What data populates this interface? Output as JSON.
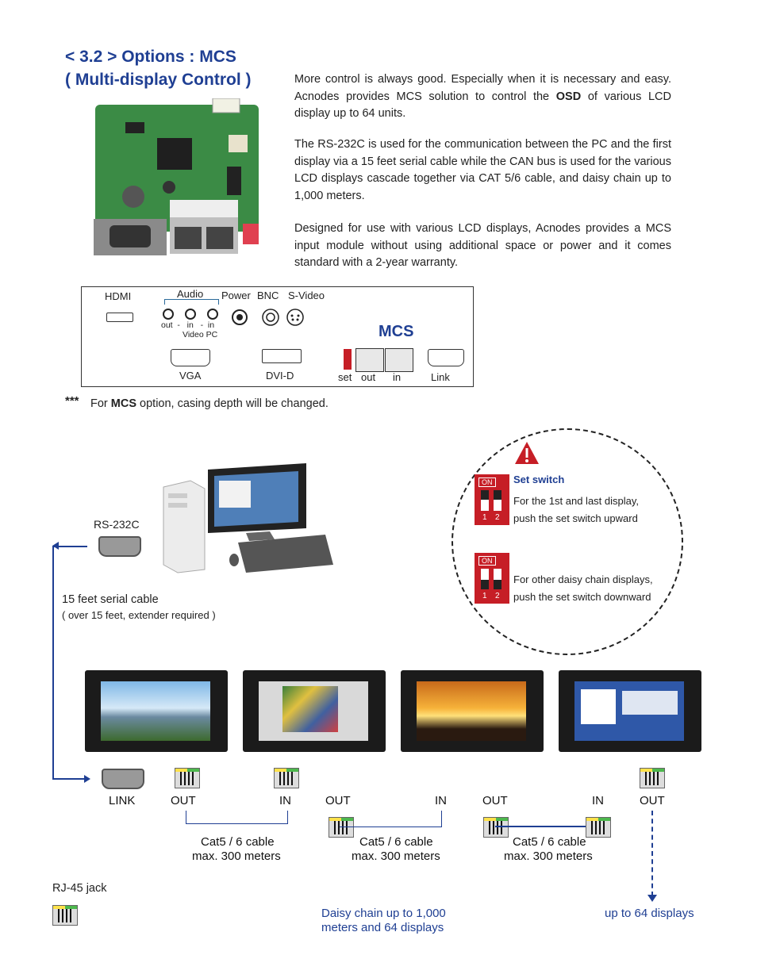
{
  "header": {
    "title_line1": "< 3.2 > Options : MCS",
    "title_line2": "( Multi-display Control )"
  },
  "intro": {
    "p1_a": "More control is always good. Especially when it is necessary and easy. Acnodes provides MCS solution to control the ",
    "p1_bold": "OSD",
    "p1_b": " of various LCD display up to 64 units.",
    "p2": "The RS-232C is used for the communication between the PC and the first display via a 15 feet serial cable while the CAN bus is used for the various LCD displays cascade together via CAT 5/6 cable, and daisy chain up to 1,000 meters.",
    "p3": "Designed for use with various LCD displays, Acnodes provides a MCS input module without using additional space or power and it comes standard with a 2-year warranty."
  },
  "panel": {
    "hdmi": "HDMI",
    "audio": "Audio",
    "power": "Power",
    "bnc": "BNC",
    "svideo": "S-Video",
    "audio_sub1": "out  -   in   -  in",
    "audio_sub2": "Video  PC",
    "vga": "VGA",
    "dvid": "DVI-D",
    "mcs": "MCS",
    "set": "set",
    "out": "out",
    "in": "in",
    "link": "Link"
  },
  "note": {
    "stars": "***",
    "a": "For ",
    "bold": "MCS",
    "b": " option, casing depth will be changed."
  },
  "diagram": {
    "rs232c": "RS-232C",
    "cable": "15 feet serial cable",
    "cable_note": "( over 15 feet, extender required )",
    "set_switch_title": "Set switch",
    "set_switch_1a": "For the 1st and last display,",
    "set_switch_1b": "push the set switch upward",
    "set_switch_2a": "For other daisy chain displays,",
    "set_switch_2b": "push the set switch downward",
    "dip_on": "ON",
    "dip_1": "1",
    "dip_2": "2",
    "ports": [
      "LINK",
      "OUT",
      "IN",
      "OUT",
      "IN",
      "OUT",
      "IN",
      "OUT"
    ],
    "cable_label1": "Cat5 / 6 cable",
    "cable_label2": "max. 300 meters",
    "rj45": "RJ-45 jack",
    "daisy1": "Daisy chain up to 1,000",
    "daisy2": "meters and 64 displays",
    "up64": "up to 64 displays"
  },
  "colors": {
    "title_blue": "#1f3f93",
    "switch_red": "#c61e26",
    "board_green": "#2f7a3b"
  }
}
